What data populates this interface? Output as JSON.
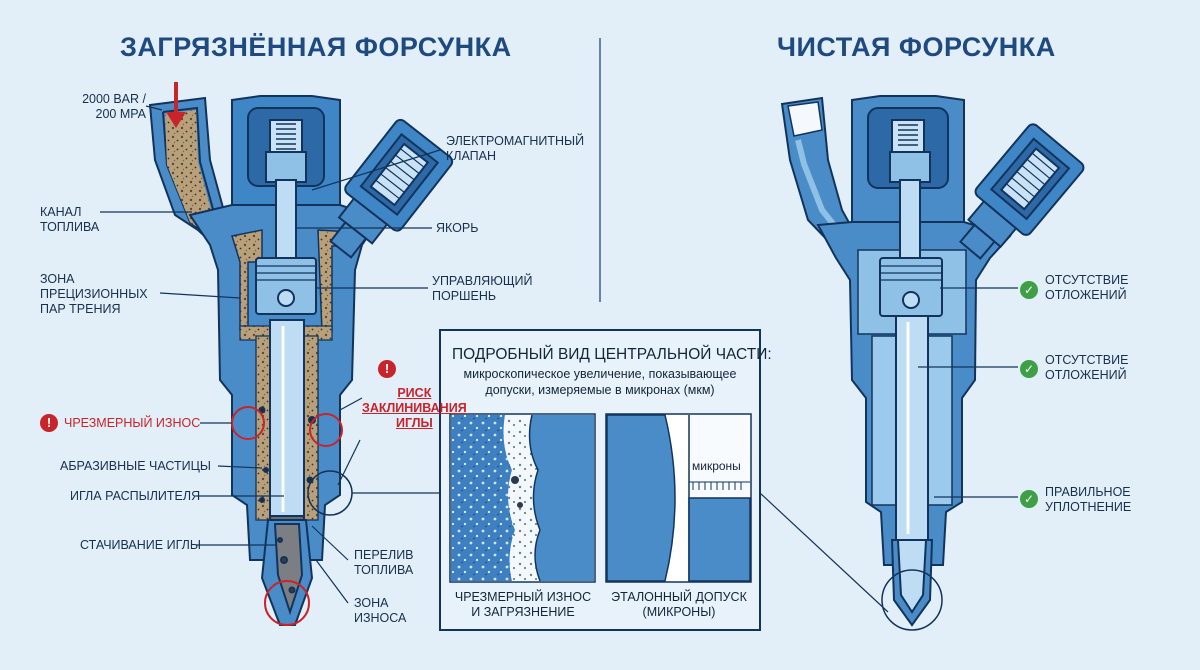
{
  "titles": {
    "left": "ЗАГРЯЗНЁННАЯ ФОРСУНКА",
    "right": "ЧИСТАЯ ФОРСУНКА"
  },
  "colors": {
    "body": "#4a8cc8",
    "body_dark": "#2b67a3",
    "body_light": "#8fc0e6",
    "inner": "#bedcf3",
    "outline": "#12345c",
    "title": "#1e4a80",
    "dirt": "#b39a74",
    "red": "#c8242b",
    "green": "#3f9f47",
    "background": "#e2eef8"
  },
  "left_labels": {
    "pressure": [
      "2000 BAR /",
      "200 MPA"
    ],
    "fuel_channel": [
      "КАНАЛ",
      "ТОПЛИВА"
    ],
    "precision_zone": [
      "ЗОНА",
      "ПРЕЦИЗИОННЫХ",
      "ПАР ТРЕНИЯ"
    ],
    "excess_wear": "ЧРЕЗМЕРНЫЙ ИЗНОС",
    "abrasive": "АБРАЗИВНЫЕ ЧАСТИЦЫ",
    "needle": "ИГЛА РАСПЫЛИТЕЛЯ",
    "needle_grinding": "СТАЧИВАНИЕ ИГЛЫ",
    "solenoid": [
      "ЭЛЕКТРОМАГНИТНЫЙ",
      "КЛАПАН"
    ],
    "anchor": "ЯКОРЬ",
    "piston": [
      "УПРАВЛЯЮЩИЙ",
      "ПОРШЕНЬ"
    ],
    "seizure_risk": [
      "РИСК",
      "ЗАКЛИНИВАНИЯ",
      "ИГЛЫ"
    ],
    "overflow": [
      "ПЕРЕЛИВ",
      "ТОПЛИВА"
    ],
    "wear_zone": [
      "ЗОНА",
      "ИЗНОСА"
    ]
  },
  "detail": {
    "title": "ПОДРОБНЫЙ ВИД ЦЕНТРАЛЬНОЙ ЧАСТИ:",
    "subtitle": [
      "микроскопическое увеличение, показывающее",
      "допуски, измеряемые в микронах (мкм)"
    ],
    "left_caption": [
      "ЧРЕЗМЕРНЫЙ ИЗНОС",
      "И ЗАГРЯЗНЕНИЕ"
    ],
    "right_caption": [
      "ЭТАЛОННЫЙ ДОПУСК",
      "(МИКРОНЫ)"
    ],
    "microns": "микроны"
  },
  "right_labels": {
    "no_deposits_1": [
      "ОТСУТСТВИЕ",
      "ОТЛОЖЕНИЙ"
    ],
    "no_deposits_2": [
      "ОТСУТСТВИЕ",
      "ОТЛОЖЕНИЙ"
    ],
    "proper_seal": [
      "ПРАВИЛЬНОЕ",
      "УПЛОТНЕНИЕ"
    ]
  }
}
